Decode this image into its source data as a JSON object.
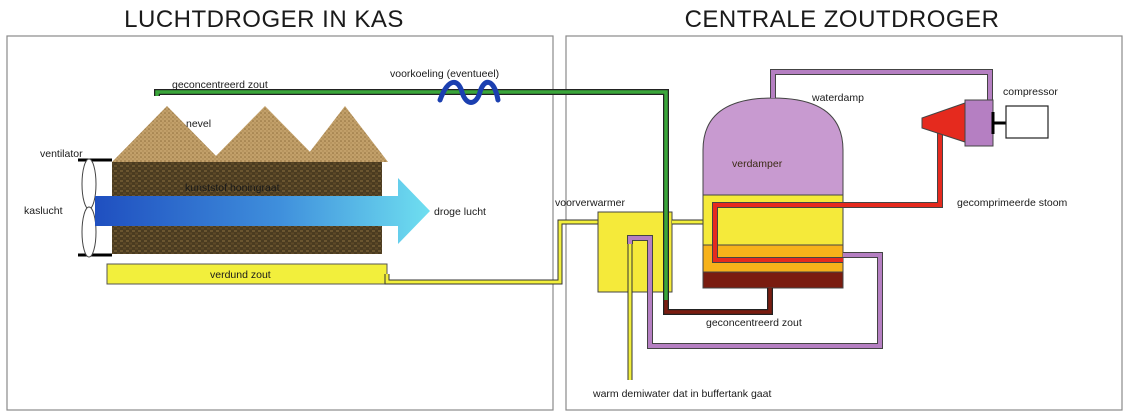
{
  "titles": {
    "left": "LUCHTDROGER IN KAS",
    "right": "CENTRALE ZOUTDROGER"
  },
  "labels": {
    "geconcentreerd_zout_top": "geconcentreerd zout",
    "voorkoeling": "voorkoeling (eventueel)",
    "nevel": "nevel",
    "ventilator": "ventilator",
    "kaslucht": "kaslucht",
    "honingraat": "kunststof honingraat",
    "droge_lucht": "droge lucht",
    "verdund_zout": "verdund zout",
    "voorverwarmer": "voorverwarmer",
    "waterdamp": "waterdamp",
    "compressor": "compressor",
    "verdamper": "verdamper",
    "gecomprimeerde_stoom": "gecomprimeerde stoom",
    "geconcentreerd_zout_bottom": "geconcentreerd zout",
    "warm_demiwater": "warm demiwater dat in buffertank gaat"
  },
  "colors": {
    "green_pipe": "#3aa63a",
    "purple_pipe": "#b57fc2",
    "red_pipe": "#e52a1e",
    "yellow_pipe": "#f2ef3c",
    "dark_red_pipe": "#7a1c10",
    "salt_yellow": "#f5ea3a",
    "salt_orange": "#f7b21a",
    "vessel_purple": "#c89ad0",
    "arrow_blue": "#2c5fc9",
    "arrow_cyan": "#5fd4ea",
    "honeycomb": "#4a3b20",
    "mist": "#b89560"
  },
  "icons": {
    "cooling_coil": "cooling-coil-icon",
    "fan": "fan-icon",
    "compressor": "compressor-icon"
  }
}
